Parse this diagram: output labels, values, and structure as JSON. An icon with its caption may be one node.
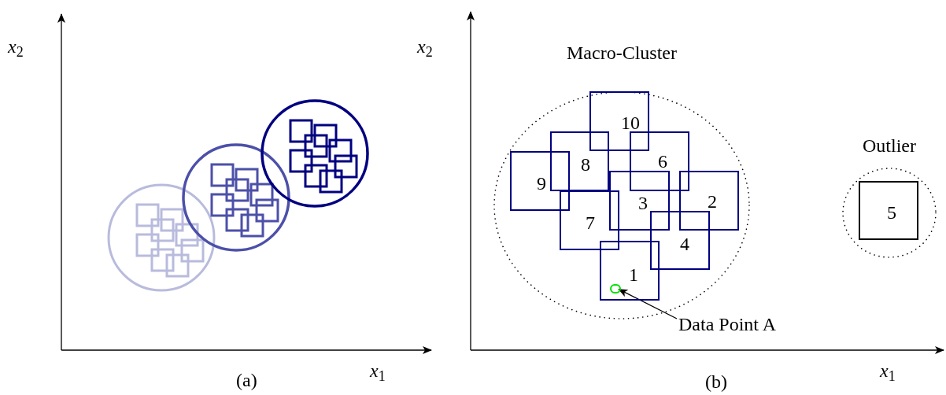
{
  "diagram": {
    "nodes": [
      {
        "text": [
          "Macro-Cluster"
        ]
      },
      {
        "text": [
          "10"
        ],
        "in": 0
      },
      {
        "text": [
          "8"
        ],
        "in": 0
      },
      {
        "text": [
          "6"
        ],
        "in": 0
      },
      {
        "text": [
          "9"
        ],
        "in": 0
      },
      {
        "text": [
          "3"
        ],
        "in": 0
      },
      {
        "text": [
          "2"
        ],
        "in": 0
      },
      {
        "text": [
          "7"
        ],
        "in": 0
      },
      {
        "text": [
          "4"
        ],
        "in": 0
      },
      {
        "text": [
          "1"
        ],
        "in": 0
      },
      {
        "text": [],
        "shape": "circle",
        "in": 9
      },
      {
        "text": [
          "Outlier"
        ]
      },
      {
        "text": [
          "5"
        ],
        "in": 11
      },
      {
        "text": [
          "Data Point A"
        ]
      }
    ],
    "edges": [
      {
        "from": 13,
        "to": 10,
        "arrow": "to"
      }
    ],
    "labels": [
      "*x*$_{2}$",
      "*x*$_{1}$",
      "(a)",
      "*x*$_{2}$",
      "*x*$_{1}$",
      "(b)"
    ]
  }
}
